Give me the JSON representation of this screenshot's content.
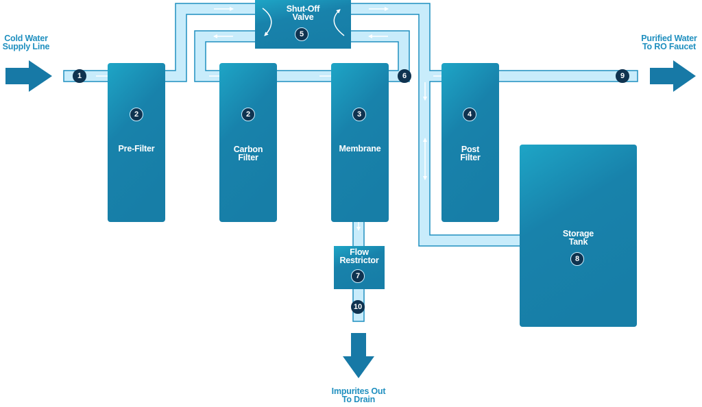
{
  "colors": {
    "pipe_fill": "#c8ecfb",
    "pipe_stroke": "#1f8fbf",
    "box_top": "#1ea3c4",
    "box_bottom": "#177fa8",
    "arrow": "#1779a6",
    "label_text": "#1f8fbf",
    "badge_fill": "#0f3350"
  },
  "external": {
    "inlet": {
      "line1": "Cold Water",
      "line2": "Supply Line"
    },
    "outlet": {
      "line1": "Purified Water",
      "line2": "To RO Faucet"
    },
    "drain": {
      "line1": "Impurites Out",
      "line2": "To Drain"
    }
  },
  "components": {
    "pre_filter": {
      "number": "2",
      "line1": "Pre-Filter"
    },
    "carbon_filter": {
      "number": "2",
      "line1": "Carbon",
      "line2": "Filter"
    },
    "membrane": {
      "number": "3",
      "line1": "Membrane"
    },
    "post_filter": {
      "number": "4",
      "line1": "Post",
      "line2": "Filter"
    },
    "shutoff_valve": {
      "number": "5",
      "line1": "Shut-Off",
      "line2": "Valve"
    },
    "flow_restrictor": {
      "number": "7",
      "line1": "Flow",
      "line2": "Restrictor"
    },
    "storage_tank": {
      "number": "8",
      "line1": "Storage",
      "line2": "Tank"
    }
  },
  "points": {
    "inlet": "1",
    "membrane_outlet": "6",
    "faucet_outlet": "9",
    "drain_line": "10"
  }
}
